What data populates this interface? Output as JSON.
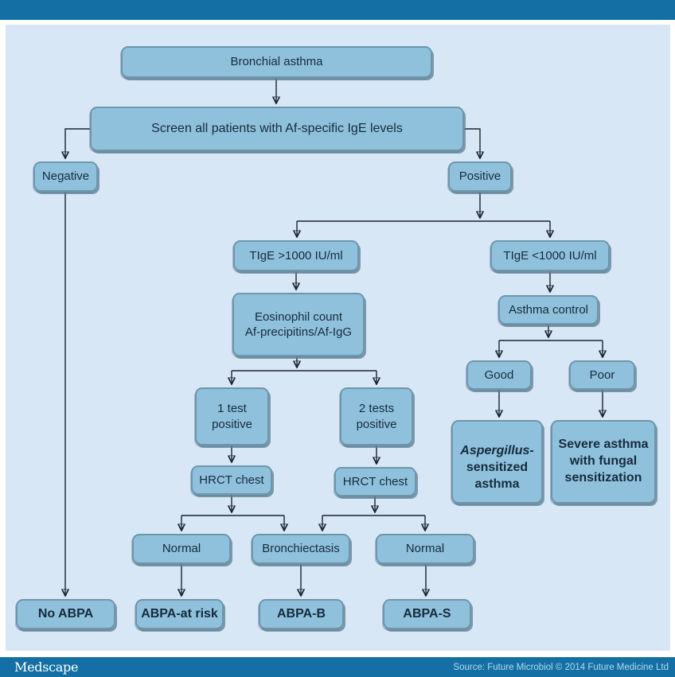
{
  "nodes": {
    "bronchial": {
      "label": "Bronchial asthma"
    },
    "screen": {
      "label": "Screen all patients with Af-specific IgE levels"
    },
    "negative": {
      "label": "Negative"
    },
    "positive": {
      "label": "Positive"
    },
    "tige_high": {
      "label": "TIgE >1000 IU/ml"
    },
    "tige_low": {
      "label": "TIgE <1000 IU/ml"
    },
    "eosinophil": {
      "label": "Eosinophil count\nAf-precipitins/Af-IgG"
    },
    "asthma_control": {
      "label": "Asthma control"
    },
    "one_test": {
      "label": "1 test\npositive"
    },
    "two_tests": {
      "label": "2 tests\npositive"
    },
    "good": {
      "label": "Good"
    },
    "poor": {
      "label": "Poor"
    },
    "hrct_left": {
      "label": "HRCT chest"
    },
    "hrct_right": {
      "label": "HRCT chest"
    },
    "aspergillus": {
      "label_italic": "Aspergillus-",
      "label_rest": "sensitized asthma"
    },
    "severe": {
      "label": "Severe asthma\nwith fungal\nsensitization"
    },
    "normal_left": {
      "label": "Normal"
    },
    "bronchiectasis": {
      "label": "Bronchiectasis"
    },
    "normal_right": {
      "label": "Normal"
    },
    "no_abpa": {
      "label": "No ABPA"
    },
    "abpa_at_risk": {
      "label": "ABPA-at risk"
    },
    "abpa_b": {
      "label": "ABPA-B"
    },
    "abpa_s": {
      "label": "ABPA-S"
    }
  },
  "footer": {
    "brand": "Medscape",
    "source": "Source: Future Microbiol © 2014 Future Medicine Ltd"
  },
  "colors": {
    "banner": "#1470a4",
    "panel_background": "#d8e7f6",
    "node_fill": "#90c1dc",
    "node_border": "#6d96ac",
    "node_text": "#152a3d",
    "connector": "#1c2430",
    "source_text": "#b4d9ee"
  }
}
